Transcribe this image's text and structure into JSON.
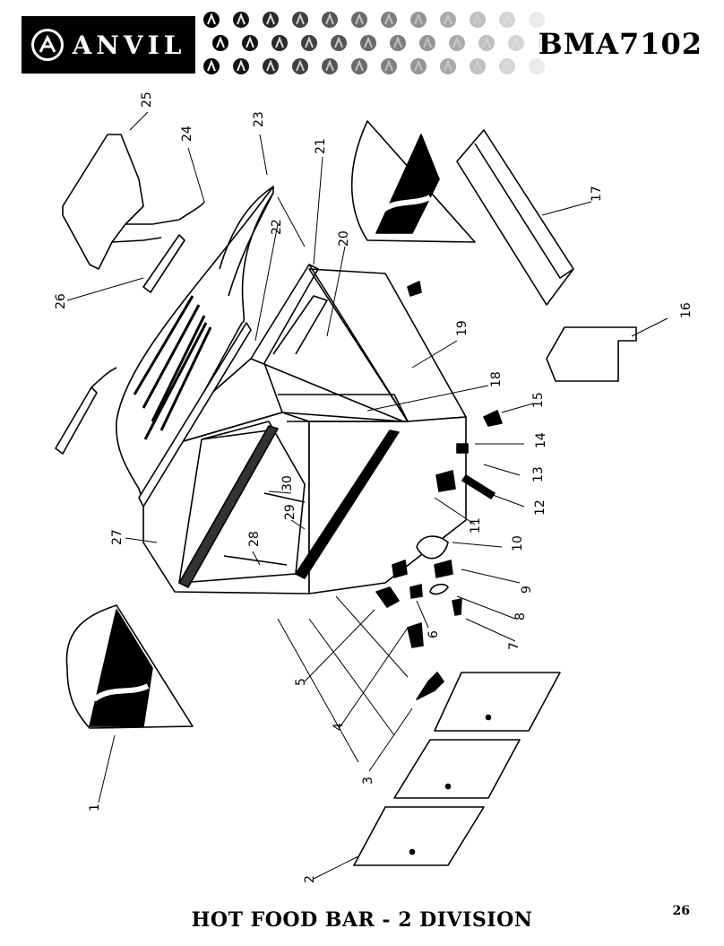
{
  "brand": {
    "logo_text": "ANVIL",
    "logo_icon": "anvil-a-icon",
    "model": "BMA7102"
  },
  "page_number": "26",
  "title": "HOT FOOD BAR - 2 DIVISION",
  "callouts": [
    "1",
    "2",
    "3",
    "4",
    "5",
    "6",
    "7",
    "8",
    "9",
    "10",
    "11",
    "12",
    "13",
    "14",
    "15",
    "16",
    "17",
    "18",
    "19",
    "20",
    "21",
    "22",
    "23",
    "24",
    "25",
    "26",
    "27",
    "28",
    "29",
    "30"
  ]
}
